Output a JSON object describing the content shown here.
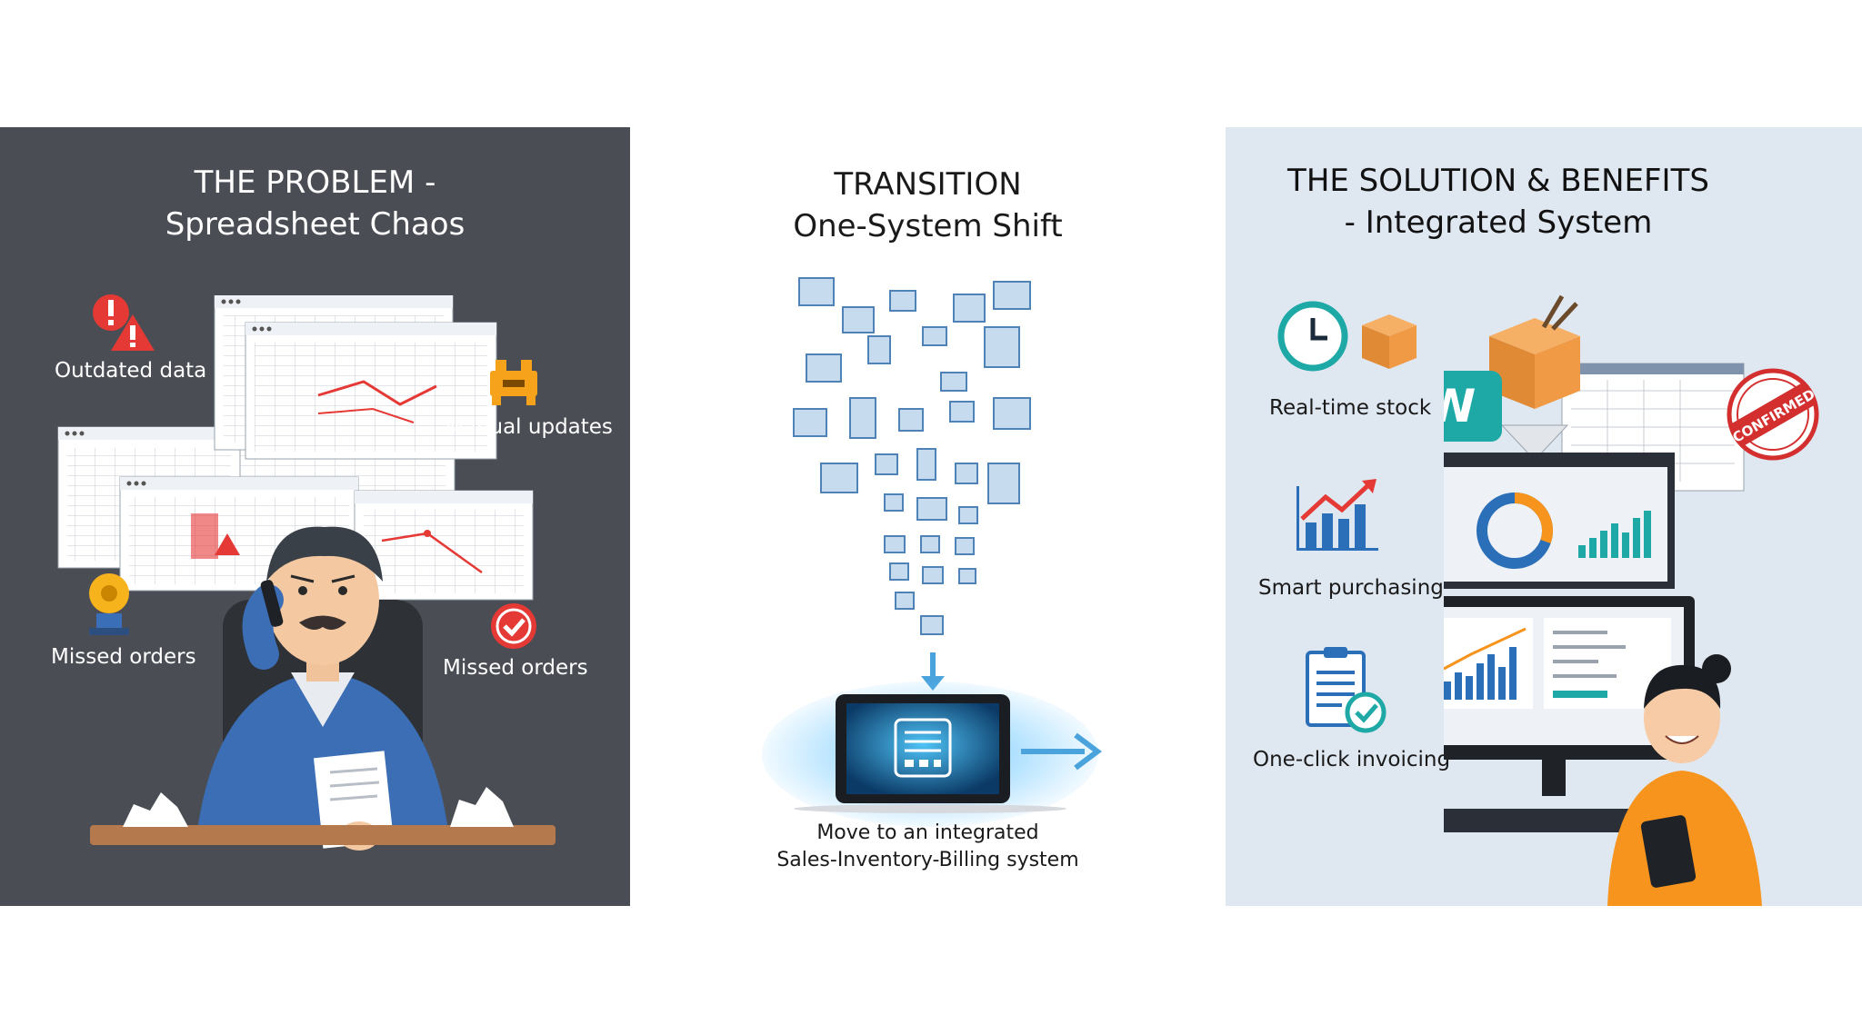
{
  "problem": {
    "title_line1": "THE PROBLEM -",
    "title_line2": "Spreadsheet Chaos",
    "labels": {
      "outdated": "Outdated data",
      "manual": "Manual updates",
      "missed_left": "Missed orders",
      "missed_right": "Missed orders"
    }
  },
  "transition": {
    "title_line1": "TRANSITION",
    "title_line2": "One-System Shift",
    "caption_line1": "Move to an integrated",
    "caption_line2": "Sales-Inventory-Billing system"
  },
  "solution": {
    "title_line1": "THE SOLUTION & BENEFITS",
    "title_line2": "- Integrated System",
    "labels": {
      "realtime": "Real-time stock",
      "smart": "Smart purchasing",
      "invoicing": "One-click invoicing"
    },
    "stamp_text": "CONFIRMED",
    "logo_text": "W"
  },
  "colors": {
    "problem_bg": "#4a4e54",
    "solution_bg": "#dfe7f1",
    "accent_red": "#e53935",
    "accent_teal": "#1fa9a6",
    "accent_blue": "#2a6fb8",
    "accent_orange": "#f7941d"
  }
}
